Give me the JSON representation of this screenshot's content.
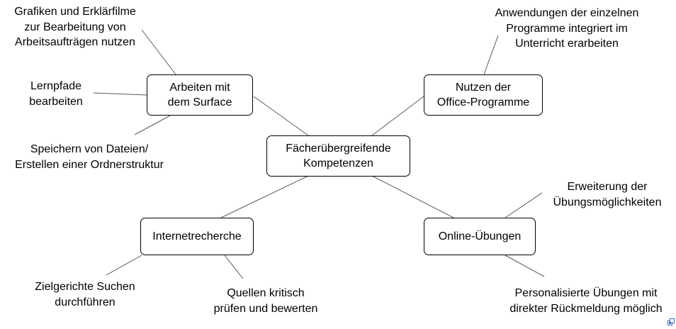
{
  "center": {
    "line1": "Fächerübergreifende",
    "line2": "Kompetenzen"
  },
  "branches": {
    "surface": {
      "line1": "Arbeiten mit",
      "line2": "dem Surface",
      "details": [
        {
          "line1": "Grafiken und Erklärfilme",
          "line2": "zur Bearbeitung von",
          "line3": "Arbeitsaufträgen nutzen"
        },
        {
          "line1": "Lernpfade",
          "line2": "bearbeiten"
        },
        {
          "line1": "Speichern von Dateien/",
          "line2": "Erstellen einer Ordnerstruktur"
        }
      ]
    },
    "office": {
      "line1": "Nutzen der",
      "line2": "Office-Programme",
      "details": [
        {
          "line1": "Anwendungen der einzelnen",
          "line2": "Programme integriert im",
          "line3": "Unterricht erarbeiten"
        }
      ]
    },
    "internet": {
      "line1": "Internetrecherche",
      "details": [
        {
          "line1": "Zielgerichte Suchen",
          "line2": "durchführen"
        },
        {
          "line1": "Quellen kritisch",
          "line2": "prüfen und bewerten"
        }
      ]
    },
    "online": {
      "line1": "Online-Übungen",
      "details": [
        {
          "line1": "Erweiterung der",
          "line2": "Übungsmöglichkeiten"
        },
        {
          "line1": "Personalisierte Übungen mit",
          "line2": "direkter Rückmeldung möglich"
        }
      ]
    }
  },
  "colors": {
    "line": "#595959",
    "border": "#000000",
    "text": "#000000",
    "background": "#ffffff"
  },
  "icons": {
    "corner": "layout-anchor-icon"
  }
}
